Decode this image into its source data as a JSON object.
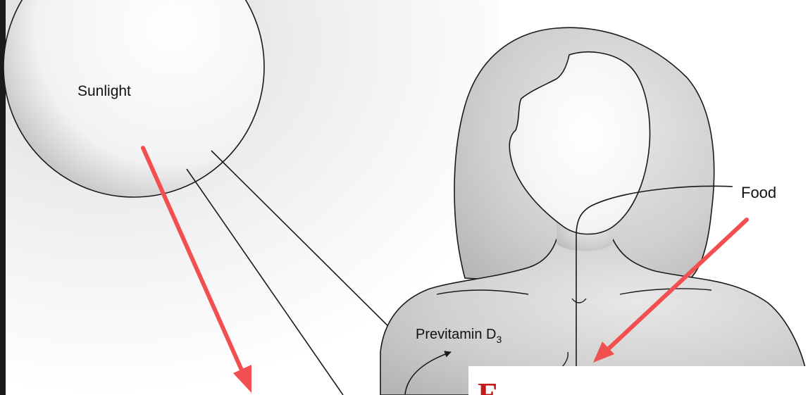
{
  "diagram": {
    "labels": {
      "sunlight": "Sunlight",
      "food": "Food",
      "previtamin_main": "Previtamin D",
      "previtamin_sub": "3"
    },
    "bottom_text": "F",
    "colors": {
      "arrow_red": "#f25050",
      "body_fill": "#cdcdcd",
      "outline": "#1a1a1a",
      "bottom_text": "#c41a1a"
    }
  }
}
